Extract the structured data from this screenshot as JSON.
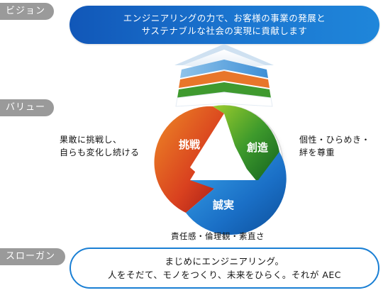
{
  "tags": {
    "vision": "ビジョン",
    "value": "バリュー",
    "slogan": "スローガン"
  },
  "vision": {
    "line1": "エンジニアリングの力で、お客様の事業の発展と",
    "line2": "サステナブルな社会の実現に貢献します"
  },
  "values": {
    "challenge": "挑戦",
    "create": "創造",
    "sincerity": "誠実",
    "left_line1": "果敢に挑戦し、",
    "left_line2": "自らも変化し続ける",
    "right_line1": "個性・ひらめき・",
    "right_line2": "絆を尊重",
    "bottom": "責任感・倫理観・素直さ"
  },
  "slogan": {
    "line1": "まじめにエンジニアリング。",
    "line2": "人をそだて、モノをつくり、未来をひらく。それが AEC"
  },
  "colors": {
    "vision_blue": "#1b76d0",
    "challenge_red": "#d2401f",
    "create_green": "#3e9a2c",
    "sincerity_blue": "#1f86da",
    "tag_gray": "#9a9a9a"
  }
}
